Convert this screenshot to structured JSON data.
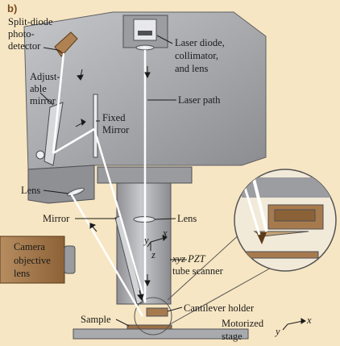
{
  "panel_label": "b)",
  "labels": {
    "photodetector": [
      "Split-diode",
      "photo-",
      "detector"
    ],
    "adjustable_mirror": [
      "Adjust-",
      "able",
      "mirror"
    ],
    "fixed_mirror": [
      "Fixed",
      "Mirror"
    ],
    "laser_diode": [
      "Laser diode,",
      "collimator,",
      "and lens"
    ],
    "laser_path": "Laser path",
    "lens_left": "Lens",
    "lens_center": "Lens",
    "mirror": "Mirror",
    "camera": [
      "Camera",
      "objective",
      "lens"
    ],
    "pzt": [
      "xyz PZT",
      "tube scanner"
    ],
    "cantilever_holder": "Cantilever holder",
    "sample": "Sample",
    "stage": [
      "Motorized",
      "stage"
    ],
    "axes_scanner": {
      "x": "x",
      "y": "y",
      "z": "z"
    },
    "axes_stage": {
      "x": "x",
      "y": "y"
    }
  },
  "colors": {
    "background": "#f7e6c3",
    "body_gray": "#a9aaad",
    "body_dark": "#7f8185",
    "body_light": "#cfd0d2",
    "brown": "#a77a4e",
    "laser": "#ffffff"
  }
}
